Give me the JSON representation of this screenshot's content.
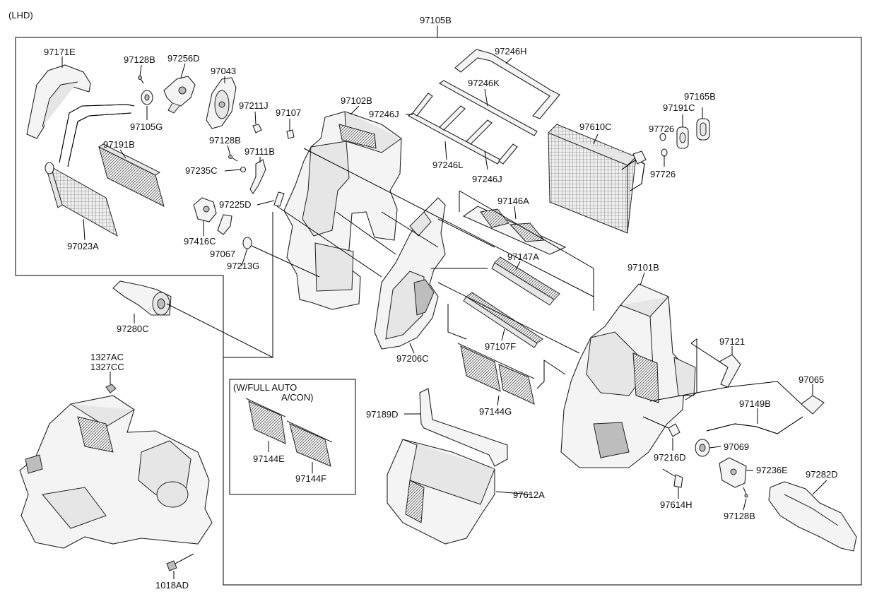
{
  "diagram": {
    "header_note": "(LHD)",
    "assembly_number": "97105B",
    "inset_title_line1": "(W/FULL AUTO",
    "inset_title_line2": "A/CON)",
    "parts": {
      "p97171E": "97171E",
      "p97128B_a": "97128B",
      "p97256D": "97256D",
      "p97043": "97043",
      "p97105G": "97105G",
      "p97191B": "97191B",
      "p97023A": "97023A",
      "p97211J": "97211J",
      "p97107": "97107",
      "p97128B_b": "97128B",
      "p97111B": "97111B",
      "p97235C": "97235C",
      "p97225D": "97225D",
      "p97416C": "97416C",
      "p97067": "97067",
      "p97213G": "97213G",
      "p97102B": "97102B",
      "p97246H": "97246H",
      "p97246K": "97246K",
      "p97246J_a": "97246J",
      "p97246L": "97246L",
      "p97246J_b": "97246J",
      "p97610C": "97610C",
      "p97165B": "97165B",
      "p97191C": "97191C",
      "p97726_a": "97726",
      "p97726_b": "97726",
      "p97146A": "97146A",
      "p97147A": "97147A",
      "p97101B": "97101B",
      "p97280C": "97280C",
      "p97107F": "97107F",
      "p97206C": "97206C",
      "p97121": "97121",
      "p97065": "97065",
      "p1327AC": "1327AC",
      "p1327CC": "1327CC",
      "p97144G": "97144G",
      "p97189D": "97189D",
      "p97149B": "97149B",
      "p97216D": "97216D",
      "p97069": "97069",
      "p97236E": "97236E",
      "p97282D": "97282D",
      "p97144E": "97144E",
      "p97144F": "97144F",
      "p97612A": "97612A",
      "p97614H": "97614H",
      "p97128B_c": "97128B",
      "p1018AD": "1018AD"
    }
  }
}
